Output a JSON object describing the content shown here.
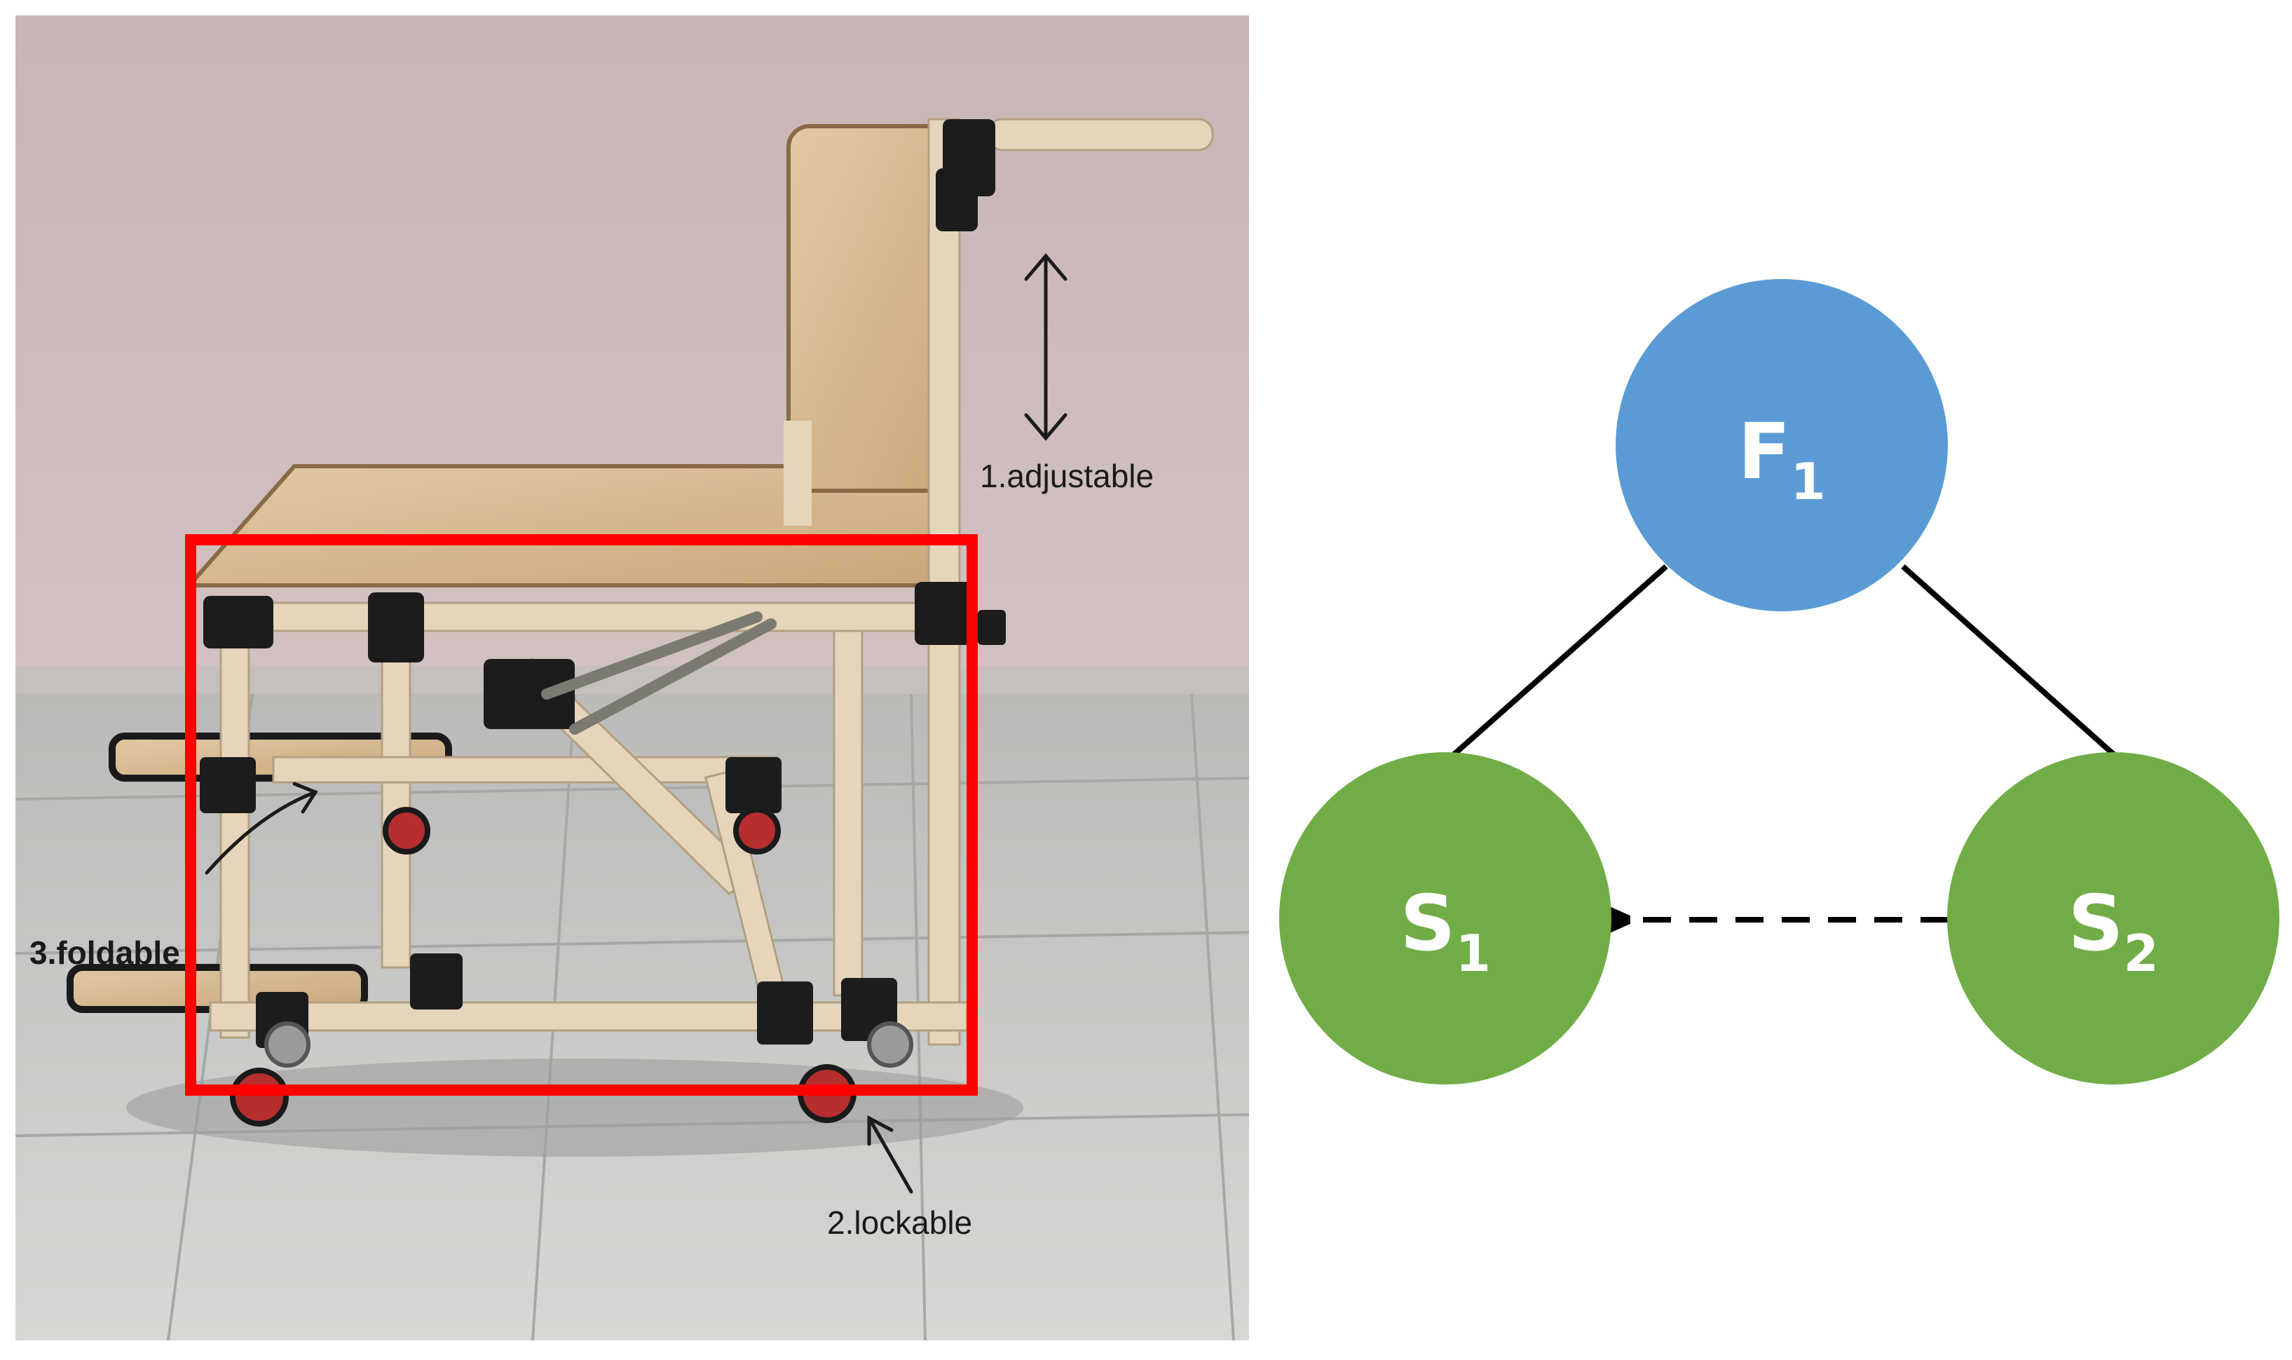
{
  "photo": {
    "annotations": {
      "adjustable": "1.adjustable",
      "lockable": "2.lockable",
      "foldable": "3.foldable"
    },
    "highlight_color": "#ff0000"
  },
  "diagram": {
    "nodes": [
      {
        "id": "F1",
        "letter": "F",
        "subscript": "1",
        "color": "#5b9bd5"
      },
      {
        "id": "S1",
        "letter": "S",
        "subscript": "1",
        "color": "#70ad47"
      },
      {
        "id": "S2",
        "letter": "S",
        "subscript": "2",
        "color": "#70ad47"
      }
    ],
    "edges": [
      {
        "from": "F1",
        "to": "S1",
        "style": "solid"
      },
      {
        "from": "F1",
        "to": "S2",
        "style": "solid"
      },
      {
        "from": "S2",
        "to": "S1",
        "style": "dashed-arrow"
      }
    ]
  }
}
